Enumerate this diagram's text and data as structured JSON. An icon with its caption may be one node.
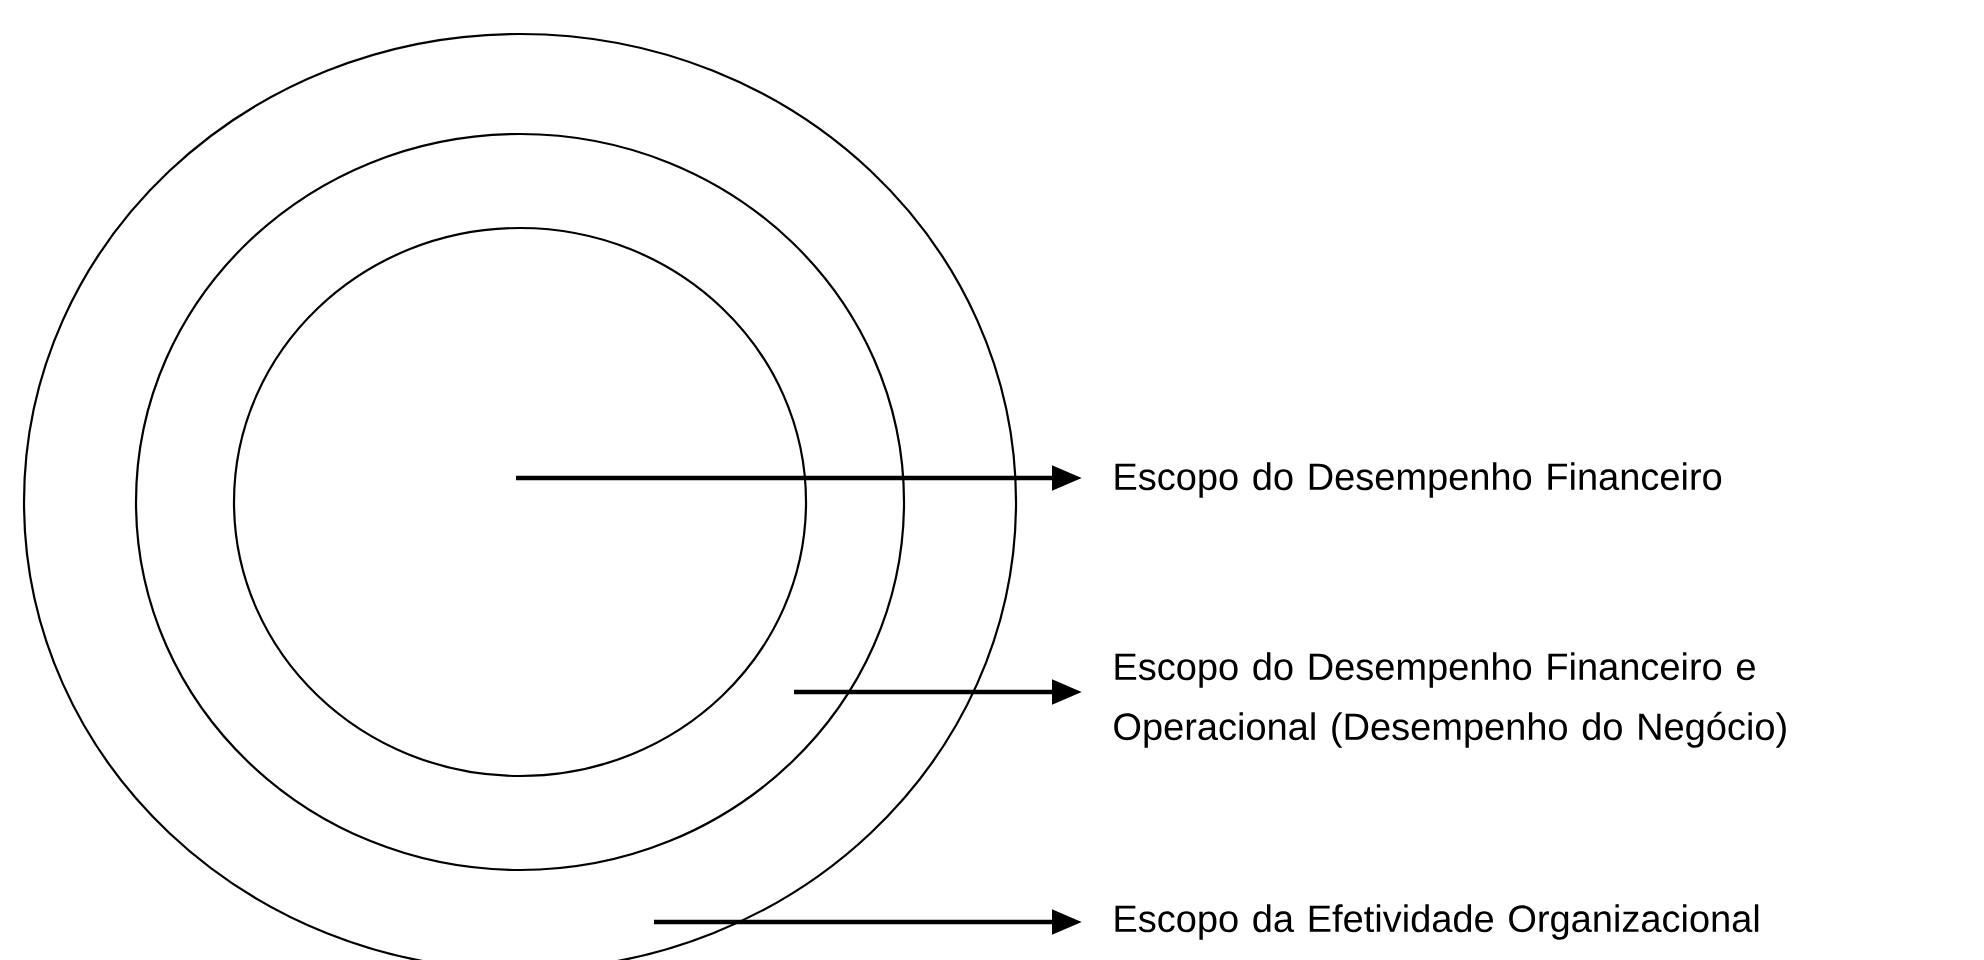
{
  "diagram": {
    "nodes": [
      {
        "text": [],
        "shape": "circle"
      },
      {
        "text": [],
        "shape": "circle",
        "in": 0
      },
      {
        "text": [],
        "shape": "circle",
        "in": 1
      },
      {
        "text": [
          "Escopo do Desempenho Financeiro"
        ]
      },
      {
        "text": [
          "Escopo do Desempenho Financeiro e Operacional (Desempenho do Negócio)"
        ]
      },
      {
        "text": [
          "Escopo da Efetividade Organizacional"
        ]
      }
    ],
    "edges": [
      {
        "from": 2,
        "to": 3,
        "arrow": "to"
      },
      {
        "from": 1,
        "to": 4,
        "arrow": "to"
      },
      {
        "from": 0,
        "to": 5,
        "arrow": "to"
      }
    ]
  }
}
